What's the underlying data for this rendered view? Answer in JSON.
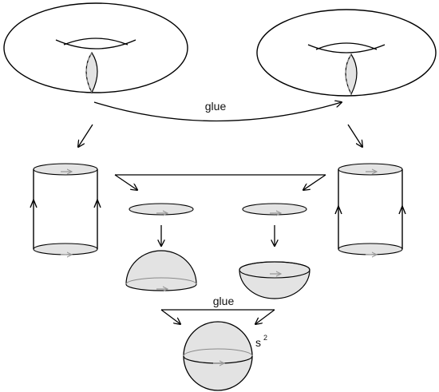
{
  "diagram": {
    "top_glue_label": "glue",
    "bottom_glue_label": "glue",
    "sphere_label": "s",
    "sphere_label_exponent": "2"
  },
  "colors": {
    "stroke": "#000000",
    "fill_gray": "#e3e3e3",
    "arrow_gray": "#9a9a9a",
    "dash_gray": "#8a8a8a"
  }
}
